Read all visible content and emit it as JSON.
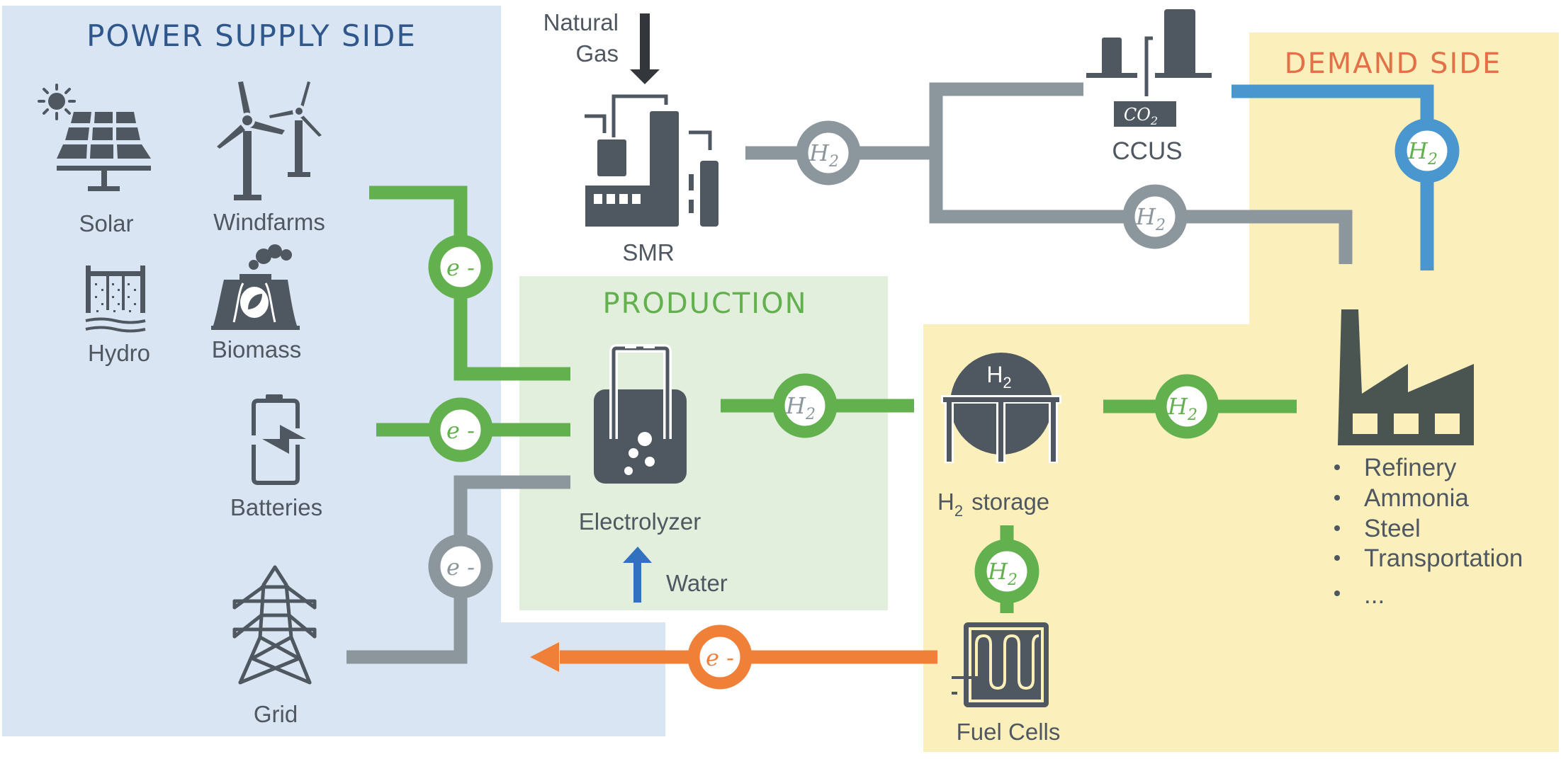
{
  "colors": {
    "supply_bg": "#d9e5f2",
    "production_bg": "#e2efdc",
    "demand_bg": "#fbf0bc",
    "icon": "#4f5760",
    "green": "#62b04e",
    "gray": "#8c969d",
    "blue": "#4a96cf",
    "orange": "#f07f38",
    "title_supply": "#2f578c",
    "title_production": "#62b04e",
    "title_demand": "#e47047",
    "water_arrow": "#3271bf"
  },
  "regions": {
    "supply": {
      "title": "POWER SUPPLY SIDE"
    },
    "production": {
      "title": "PRODUCTION"
    },
    "demand": {
      "title": "DEMAND SIDE"
    }
  },
  "sources": {
    "solar": "Solar",
    "windfarms": "Windfarms",
    "hydro": "Hydro",
    "biomass": "Biomass",
    "batteries": "Batteries",
    "grid": "Grid"
  },
  "production": {
    "electrolyzer": "Electrolyzer",
    "water": "Water",
    "smr": "SMR",
    "natural_gas_line1": "Natural",
    "natural_gas_line2": "Gas",
    "ccus": "CCUS",
    "co2": "CO",
    "co2_sub": "2"
  },
  "storage": {
    "label_main": "H",
    "label_sub": "2",
    "label_rest": "storage",
    "tank_label": "H",
    "tank_sub": "2",
    "fuel_cells": "Fuel Cells"
  },
  "demand": {
    "uses": [
      "Refinery",
      "Ammonia",
      "Steel",
      "Transportation",
      "..."
    ]
  },
  "flow_nodes": {
    "electron": "e -",
    "hydrogen": "H",
    "hydrogen_sub": "2"
  }
}
